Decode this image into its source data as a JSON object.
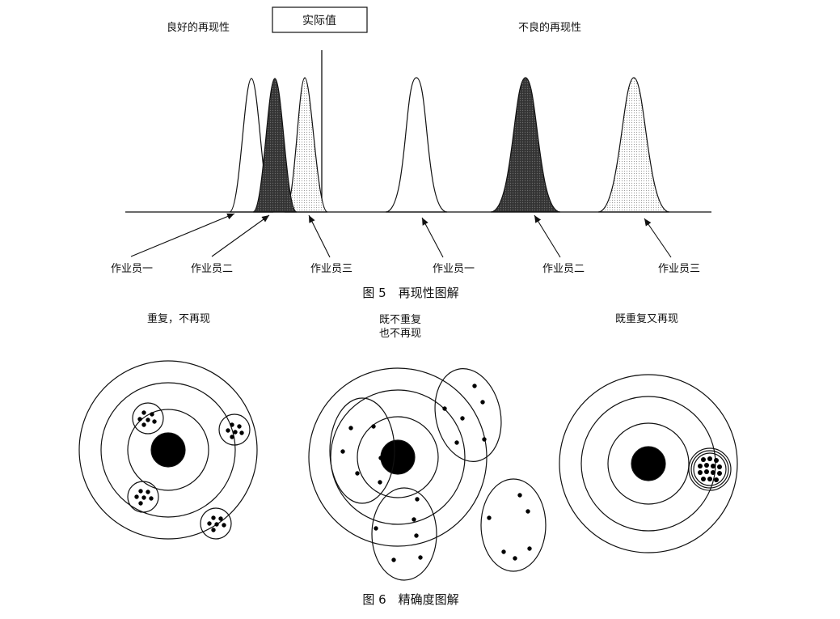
{
  "figure5": {
    "title": "图 5　再现性图解",
    "label_good": "良好的再现性",
    "label_poor": "不良的再现性",
    "label_actual": "实际值",
    "operators": [
      "作业员一",
      "作业员二",
      "作业员三",
      "作业员一",
      "作业员二",
      "作业员三"
    ]
  },
  "figure6": {
    "title": "图 6　精确度图解",
    "target1_label": "重复，不再现",
    "target2_label_line1": "既不重复",
    "target2_label_line2": "也不再现",
    "target3_label": "既重复又再现"
  },
  "colors": {
    "ink": "#111111",
    "dark_fill": "#3a3a3a",
    "light_fill": "#e6e6e6",
    "paper": "#ffffff"
  }
}
